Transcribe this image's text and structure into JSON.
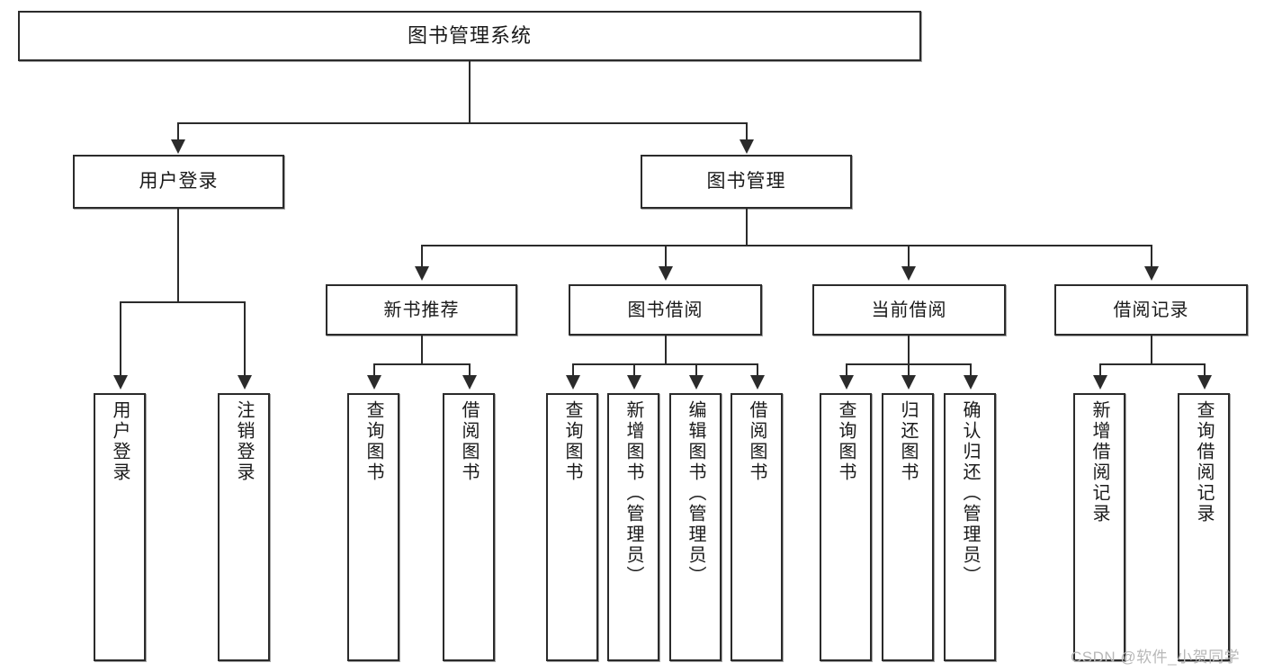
{
  "diagram": {
    "title": "图书管理系统",
    "type": "hierarchy-tree",
    "watermark": "CSDN @软件_小贺同学",
    "root": {
      "label": "图书管理系统"
    },
    "level2": [
      {
        "label": "用户登录"
      },
      {
        "label": "图书管理"
      }
    ],
    "level3": [
      {
        "label": "新书推荐"
      },
      {
        "label": "图书借阅"
      },
      {
        "label": "当前借阅"
      },
      {
        "label": "借阅记录"
      }
    ],
    "leaves": {
      "user_login": [
        {
          "label": "用户登录"
        },
        {
          "label": "注销登录"
        }
      ],
      "new_book_recommend": [
        {
          "label": "查询图书"
        },
        {
          "label": "借阅图书"
        }
      ],
      "book_borrow": [
        {
          "label": "查询图书"
        },
        {
          "label": "新增图书（管理员）"
        },
        {
          "label": "编辑图书（管理员）"
        },
        {
          "label": "借阅图书"
        }
      ],
      "current_borrow": [
        {
          "label": "查询图书"
        },
        {
          "label": "归还图书"
        },
        {
          "label": "确认归还（管理员）"
        }
      ],
      "borrow_record": [
        {
          "label": "新增借阅记录"
        },
        {
          "label": "查询借阅记录"
        }
      ]
    },
    "colors": {
      "stroke": "#2b2b2b",
      "fill": "#ffffff",
      "text": "#1a1a1a",
      "watermark": "#b8b8b8"
    }
  }
}
